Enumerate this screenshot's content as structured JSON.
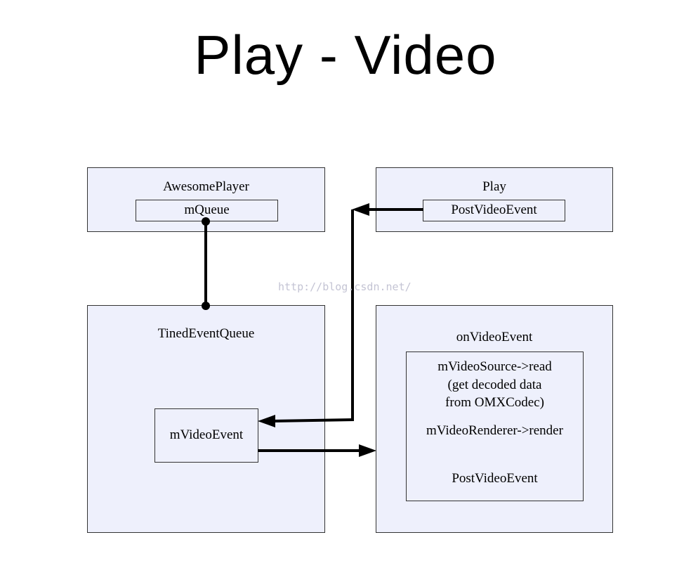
{
  "title": "Play - Video",
  "awesome_player": {
    "name": "AwesomePlayer",
    "field": "mQueue"
  },
  "play": {
    "name": "Play",
    "call": "PostVideoEvent"
  },
  "event_queue": {
    "name": "TinedEventQueue",
    "item": "mVideoEvent"
  },
  "on_video_event": {
    "name": "onVideoEvent",
    "steps": [
      "mVideoSource->read",
      "(get decoded data",
      "from OMXCodec)",
      "mVideoRenderer->render",
      "PostVideoEvent"
    ]
  },
  "watermark": "http://blog.csdn.net/",
  "colors": {
    "box_fill": "#eef0fc",
    "border": "#333333",
    "line": "#000000",
    "watermark": "#c4c4d4"
  }
}
